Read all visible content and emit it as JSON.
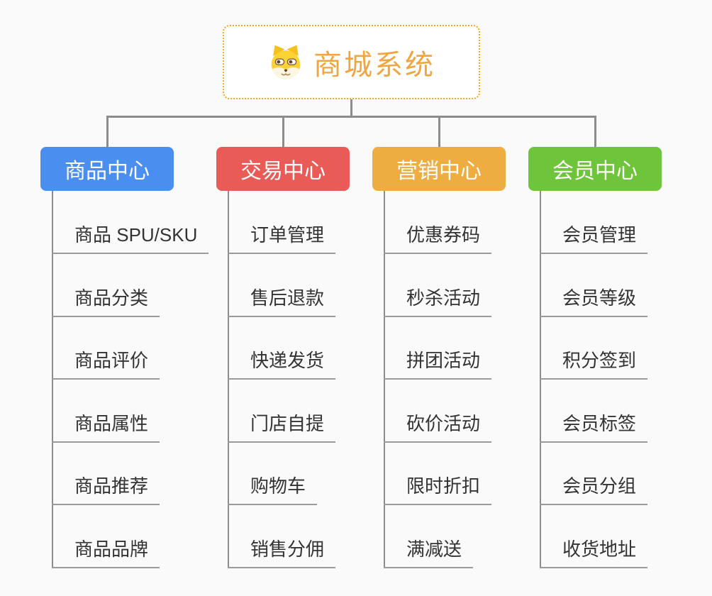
{
  "page": {
    "background": "#fafafa"
  },
  "root": {
    "title": "商城系统",
    "icon": "shiba-dog-icon",
    "background": "#ffffff",
    "border_color": "#f5a623",
    "title_color": "#f0a640"
  },
  "connectors": {
    "color": "#8c8c8c"
  },
  "leaf_style": {
    "text_color": "#333333",
    "underline_color": "#9a9a9a"
  },
  "branches": [
    {
      "label": "商品中心",
      "color": "#4a8ff0",
      "items": [
        "商品 SPU/SKU",
        "商品分类",
        "商品评价",
        "商品属性",
        "商品推荐",
        "商品品牌"
      ]
    },
    {
      "label": "交易中心",
      "color": "#e95b57",
      "items": [
        "订单管理",
        "售后退款",
        "快递发货",
        "门店自提",
        "购物车",
        "销售分佣"
      ]
    },
    {
      "label": "营销中心",
      "color": "#eead41",
      "items": [
        "优惠券码",
        "秒杀活动",
        "拼团活动",
        "砍价活动",
        "限时折扣",
        "满减送"
      ]
    },
    {
      "label": "会员中心",
      "color": "#6ec43a",
      "items": [
        "会员管理",
        "会员等级",
        "积分签到",
        "会员标签",
        "会员分组",
        "收货地址"
      ]
    }
  ]
}
